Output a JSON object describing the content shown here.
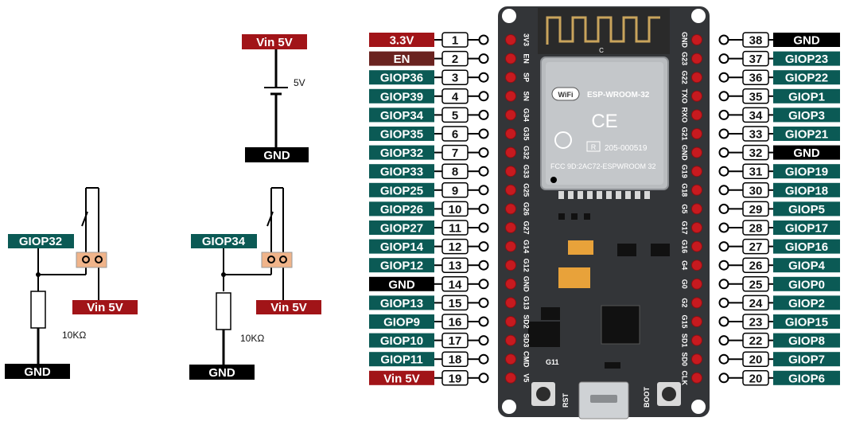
{
  "colors": {
    "teal": "#0b5a55",
    "red": "#a11418",
    "maroon": "#6a2320",
    "black": "#000000",
    "board": "#333538",
    "module": "#b9bcbf",
    "switch_body": "#f0b48a"
  },
  "schematic": {
    "battery": {
      "top_label": "Vin 5V",
      "voltage_label": "5V",
      "bottom_label": "GND"
    },
    "circuit_left": {
      "pin_label": "GIOP32",
      "vin_label": "Vin 5V",
      "resistor_label": "10KΩ",
      "gnd_label": "GND"
    },
    "circuit_right": {
      "pin_label": "GIOP34",
      "vin_label": "Vin 5V",
      "resistor_label": "10KΩ",
      "gnd_label": "GND"
    }
  },
  "board": {
    "module_texts": {
      "c_mark": "C",
      "wifi": "WiFi",
      "model": "ESP-WROOM-32",
      "ce": "CE",
      "fcc_r": "R",
      "cert_no": "205-000519",
      "fcc_id": "FCC 9D:2AC72-ESPWROOM 32"
    },
    "g11_label": "G11",
    "rst_label": "RST",
    "boot_label": "BOOT",
    "left_silk": [
      "3V3",
      "EN",
      "SP",
      "SN",
      "G34",
      "G35",
      "G32",
      "G33",
      "G25",
      "G26",
      "G27",
      "G14",
      "G12",
      "GND",
      "G13",
      "SD2",
      "SD3",
      "CMD",
      "V5"
    ],
    "right_silk": [
      "GND",
      "G23",
      "G22",
      "TXO",
      "RXO",
      "G21",
      "GND",
      "G19",
      "G18",
      "G5",
      "G17",
      "G16",
      "G4",
      "G0",
      "G2",
      "G15",
      "SD1",
      "SD0",
      "CLK"
    ]
  },
  "pins_left": [
    {
      "label": "3.3V",
      "num": "1",
      "kind": "red"
    },
    {
      "label": "EN",
      "num": "2",
      "kind": "maroon"
    },
    {
      "label": "GIOP36",
      "num": "3",
      "kind": "teal"
    },
    {
      "label": "GIOP39",
      "num": "4",
      "kind": "teal"
    },
    {
      "label": "GIOP34",
      "num": "5",
      "kind": "teal"
    },
    {
      "label": "GIOP35",
      "num": "6",
      "kind": "teal"
    },
    {
      "label": "GIOP32",
      "num": "7",
      "kind": "teal"
    },
    {
      "label": "GIOP33",
      "num": "8",
      "kind": "teal"
    },
    {
      "label": "GIOP25",
      "num": "9",
      "kind": "teal"
    },
    {
      "label": "GIOP26",
      "num": "10",
      "kind": "teal"
    },
    {
      "label": "GIOP27",
      "num": "11",
      "kind": "teal"
    },
    {
      "label": "GIOP14",
      "num": "12",
      "kind": "teal"
    },
    {
      "label": "GIOP12",
      "num": "13",
      "kind": "teal"
    },
    {
      "label": "GND",
      "num": "14",
      "kind": "black"
    },
    {
      "label": "GIOP13",
      "num": "15",
      "kind": "teal"
    },
    {
      "label": "GIOP9",
      "num": "16",
      "kind": "teal"
    },
    {
      "label": "GIOP10",
      "num": "17",
      "kind": "teal"
    },
    {
      "label": "GIOP11",
      "num": "18",
      "kind": "teal"
    },
    {
      "label": "Vin 5V",
      "num": "19",
      "kind": "red"
    }
  ],
  "pins_right": [
    {
      "label": "GND",
      "num": "38",
      "kind": "black"
    },
    {
      "label": "GIOP23",
      "num": "37",
      "kind": "teal"
    },
    {
      "label": "GIOP22",
      "num": "36",
      "kind": "teal"
    },
    {
      "label": "GIOP1",
      "num": "35",
      "kind": "teal"
    },
    {
      "label": "GIOP3",
      "num": "34",
      "kind": "teal"
    },
    {
      "label": "GIOP21",
      "num": "33",
      "kind": "teal"
    },
    {
      "label": "GND",
      "num": "32",
      "kind": "black"
    },
    {
      "label": "GIOP19",
      "num": "31",
      "kind": "teal"
    },
    {
      "label": "GIOP18",
      "num": "30",
      "kind": "teal"
    },
    {
      "label": "GIOP5",
      "num": "29",
      "kind": "teal"
    },
    {
      "label": "GIOP17",
      "num": "28",
      "kind": "teal"
    },
    {
      "label": "GIOP16",
      "num": "27",
      "kind": "teal"
    },
    {
      "label": "GIOP4",
      "num": "26",
      "kind": "teal"
    },
    {
      "label": "GIOP0",
      "num": "25",
      "kind": "teal"
    },
    {
      "label": "GIOP2",
      "num": "24",
      "kind": "teal"
    },
    {
      "label": "GIOP15",
      "num": "23",
      "kind": "teal"
    },
    {
      "label": "GIOP8",
      "num": "22",
      "kind": "teal"
    },
    {
      "label": "GIOP7",
      "num": "20",
      "kind": "teal"
    },
    {
      "label": "GIOP6",
      "num": "20",
      "kind": "teal"
    }
  ]
}
